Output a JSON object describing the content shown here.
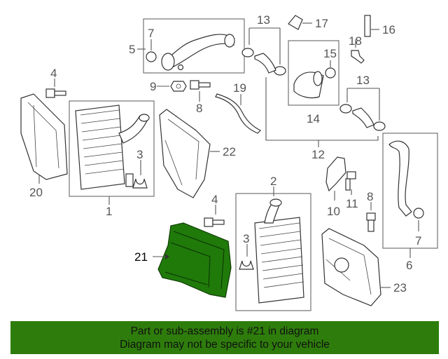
{
  "colors": {
    "highlight": "#1f7a0a",
    "banner_bg": "#2e7d0c",
    "line": "#555555"
  },
  "callouts": {
    "c1": "1",
    "c2": "2",
    "c3a": "3",
    "c3b": "3",
    "c4a": "4",
    "c4b": "4",
    "c5": "5",
    "c6": "6",
    "c7a": "7",
    "c7b": "7",
    "c8a": "8",
    "c8b": "8",
    "c9": "9",
    "c10": "10",
    "c11": "11",
    "c12": "12",
    "c13a": "13",
    "c13b": "13",
    "c14": "14",
    "c15": "15",
    "c16": "16",
    "c17": "17",
    "c18": "18",
    "c19": "19",
    "c20": "20",
    "c21": "21",
    "c22": "22",
    "c23": "23"
  },
  "highlighted_part": "21",
  "banner": {
    "line1": "Part or sub-assembly is #21 in diagram",
    "line2": "Diagram may not be specific to your vehicle"
  }
}
